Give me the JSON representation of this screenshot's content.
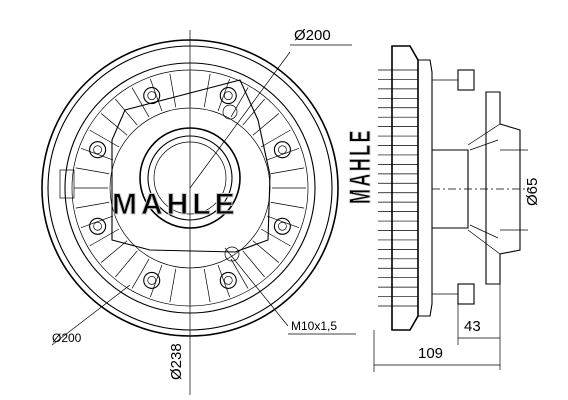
{
  "dimensions": {
    "d200_top": "Ø200",
    "d200_left": "Ø200",
    "d238": "Ø238",
    "thread": "M10x1,5",
    "d65": "Ø65",
    "len43": "43",
    "len109": "109"
  },
  "watermark": "MAHLE",
  "counts": {
    "front_fins": 36,
    "side_fins": 26,
    "bolts": 8
  },
  "colors": {
    "line": "#000000",
    "watermark": "#c8c8c8"
  }
}
